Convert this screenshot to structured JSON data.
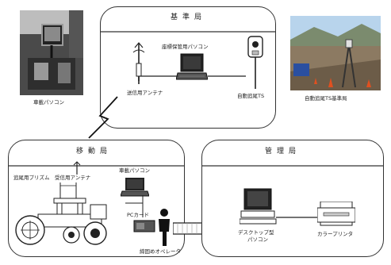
{
  "base_station": {
    "title": "基準局",
    "laptop_label": "座標保管用パソコン",
    "antenna_label": "送信用アンテナ",
    "ts_label": "自動追尾TS"
  },
  "mobile_station": {
    "title": "移動局",
    "prism_label": "追尾用プリズム",
    "antenna_label": "受信用アンテナ",
    "laptop_label": "車載パソコン",
    "pccard_label": "PCカード",
    "operator_label": "締固めオペレータ"
  },
  "management_station": {
    "title": "管理局",
    "desktop_label_line1": "デスクトップ型",
    "desktop_label_line2": "パソコン",
    "printer_label": "カラープリンタ"
  },
  "photos": {
    "left_caption": "車載パソコン",
    "right_caption": "自動追尾TS基準局"
  }
}
